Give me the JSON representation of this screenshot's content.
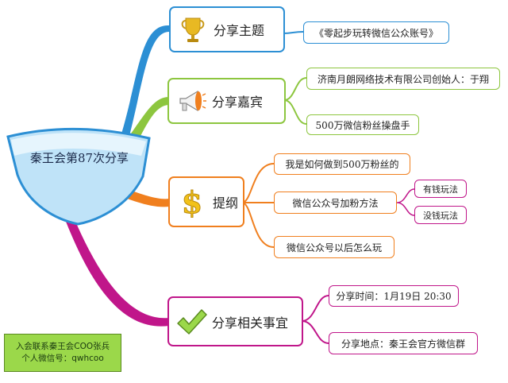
{
  "mindmap": {
    "center": {
      "label": "秦王会第87次分享"
    },
    "branches": [
      {
        "id": "topic",
        "label": "分享主题",
        "icon": "trophy-icon",
        "color": "#2c8fd4",
        "children": [
          {
            "label": "《零起步玩转微信公众账号》"
          }
        ]
      },
      {
        "id": "guest",
        "label": "分享嘉宾",
        "icon": "megaphone-icon",
        "color": "#8dc63f",
        "children": [
          {
            "label": "济南月朗网络技术有限公司创始人：于翔"
          },
          {
            "label": "500万微信粉丝操盘手"
          }
        ]
      },
      {
        "id": "outline",
        "label": "提纲",
        "icon": "dollar-icon",
        "color": "#f07f1e",
        "children": [
          {
            "label": "我是如何做到500万粉丝的"
          },
          {
            "label": "微信公众号加粉方法",
            "children": [
              {
                "label": "有钱玩法"
              },
              {
                "label": "没钱玩法"
              }
            ]
          },
          {
            "label": "微信公众号以后怎么玩"
          }
        ]
      },
      {
        "id": "matters",
        "label": "分享相关事宜",
        "icon": "checkmark-icon",
        "color": "#c0168a",
        "children": [
          {
            "label": "分享时间：1月19日 20:30"
          },
          {
            "label": "分享地点：秦王会官方微信群"
          }
        ]
      }
    ]
  },
  "note": {
    "line1": "入会联系秦王会COO张兵",
    "line2": "个人微信号：qwhcoo"
  }
}
